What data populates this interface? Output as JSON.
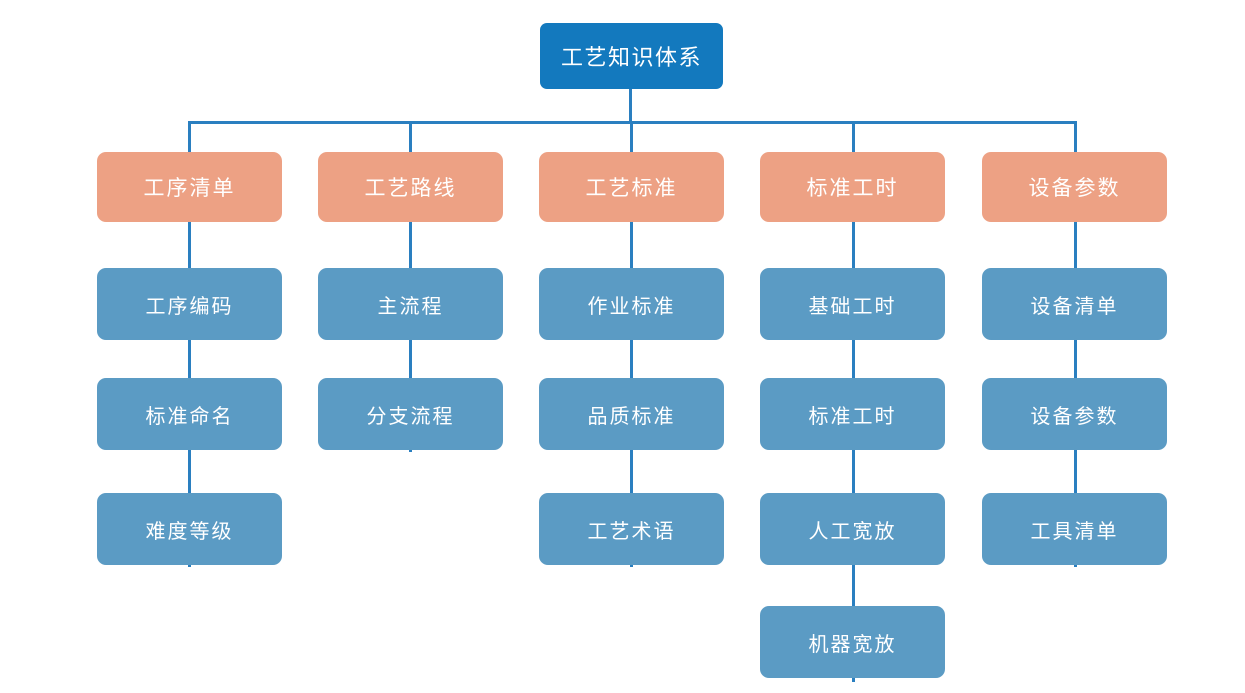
{
  "chart_data": {
    "type": "diagram",
    "title": "工艺知识体系",
    "root": {
      "label": "工艺知识体系",
      "color": "#1379be"
    },
    "level_colors": {
      "root": "#1379be",
      "category": "#eda184",
      "leaf": "#5b9bc4",
      "connector": "#2a7fc0"
    },
    "branches": [
      {
        "label": "工序清单",
        "children": [
          "工序编码",
          "标准命名",
          "难度等级"
        ]
      },
      {
        "label": "工艺路线",
        "children": [
          "主流程",
          "分支流程"
        ]
      },
      {
        "label": "工艺标准",
        "children": [
          "作业标准",
          "品质标准",
          "工艺术语"
        ]
      },
      {
        "label": "标准工时",
        "children": [
          "基础工时",
          "标准工时",
          "人工宽放",
          "机器宽放"
        ]
      },
      {
        "label": "设备参数",
        "children": [
          "设备清单",
          "设备参数",
          "工具清单"
        ]
      }
    ]
  },
  "diagram": {
    "root_label": "工艺知识体系",
    "categories": [
      {
        "label": "工序清单"
      },
      {
        "label": "工艺路线"
      },
      {
        "label": "工艺标准"
      },
      {
        "label": "标准工时"
      },
      {
        "label": "设备参数"
      }
    ],
    "leaves": {
      "col1": [
        {
          "label": "工序编码"
        },
        {
          "label": "标准命名"
        },
        {
          "label": "难度等级"
        }
      ],
      "col2": [
        {
          "label": "主流程"
        },
        {
          "label": "分支流程"
        }
      ],
      "col3": [
        {
          "label": "作业标准"
        },
        {
          "label": "品质标准"
        },
        {
          "label": "工艺术语"
        }
      ],
      "col4": [
        {
          "label": "基础工时"
        },
        {
          "label": "标准工时"
        },
        {
          "label": "人工宽放"
        },
        {
          "label": "机器宽放"
        }
      ],
      "col5": [
        {
          "label": "设备清单"
        },
        {
          "label": "设备参数"
        },
        {
          "label": "工具清单"
        }
      ]
    }
  }
}
